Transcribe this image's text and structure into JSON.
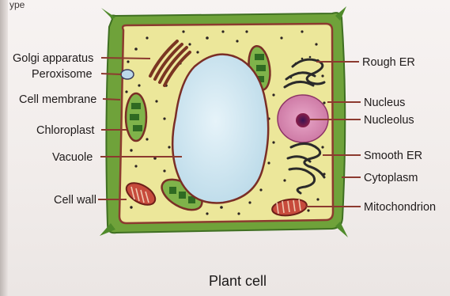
{
  "top_fragment": "ype",
  "caption": "Plant cell",
  "labels_left": {
    "golgi": "Golgi apparatus",
    "peroxisome": "Peroxisome",
    "cell_membrane": "Cell membrane",
    "chloroplast": "Chloroplast",
    "vacuole": "Vacuole",
    "cell_wall": "Cell wall"
  },
  "labels_right": {
    "rough_er": "Rough ER",
    "nucleus": "Nucleus",
    "nucleolus": "Nucleolus",
    "smooth_er": "Smooth ER",
    "cytoplasm": "Cytoplasm",
    "mitochondrion": "Mitochondrion"
  },
  "colors": {
    "cell_wall": "#4f8a2a",
    "cytoplasm": "#ece79a",
    "membrane": "#8c3a2f",
    "vacuole": "#cfe6f2",
    "nucleus": "#d98fb5",
    "nucleolus": "#8a1f4a",
    "chloroplast": "#3e7a2c"
  }
}
